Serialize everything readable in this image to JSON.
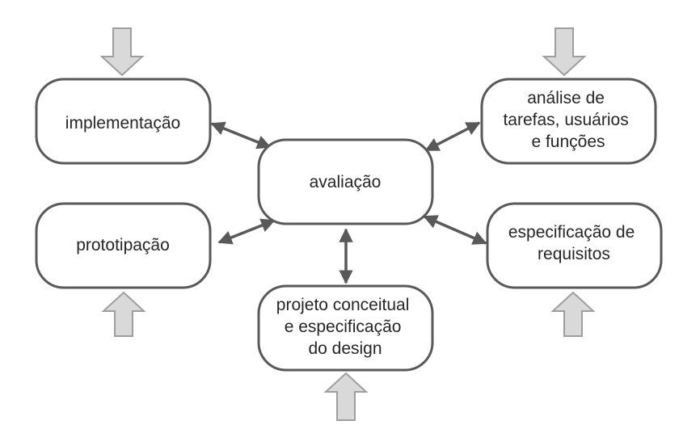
{
  "diagram": {
    "nodes": {
      "avaliacao": [
        "avaliação"
      ],
      "implementacao": [
        "implementação"
      ],
      "analise": [
        "análise de",
        "tarefas, usuários",
        "e funções"
      ],
      "prototipacao": [
        "prototipação"
      ],
      "especificacao_requisitos": [
        "especificação de",
        "requisitos"
      ],
      "projeto_conceitual": [
        "projeto conceitual",
        "e especificação",
        "do design"
      ]
    },
    "edges": [
      {
        "from": "avaliacao",
        "to": "implementacao",
        "direction": "both"
      },
      {
        "from": "avaliacao",
        "to": "analise",
        "direction": "both"
      },
      {
        "from": "avaliacao",
        "to": "prototipacao",
        "direction": "both"
      },
      {
        "from": "avaliacao",
        "to": "especificacao_requisitos",
        "direction": "both"
      },
      {
        "from": "avaliacao",
        "to": "projeto_conceitual",
        "direction": "both"
      }
    ],
    "inputs": [
      {
        "target": "implementacao",
        "from": "above"
      },
      {
        "target": "analise",
        "from": "above"
      },
      {
        "target": "prototipacao",
        "from": "below"
      },
      {
        "target": "especificacao_requisitos",
        "from": "below"
      },
      {
        "target": "projeto_conceitual",
        "from": "below"
      }
    ],
    "colors": {
      "box_border": "#595959",
      "text": "#262626",
      "connector": "#595959",
      "input_arrow_fill": "#d9d9d9",
      "input_arrow_border": "#9e9e9e"
    }
  }
}
